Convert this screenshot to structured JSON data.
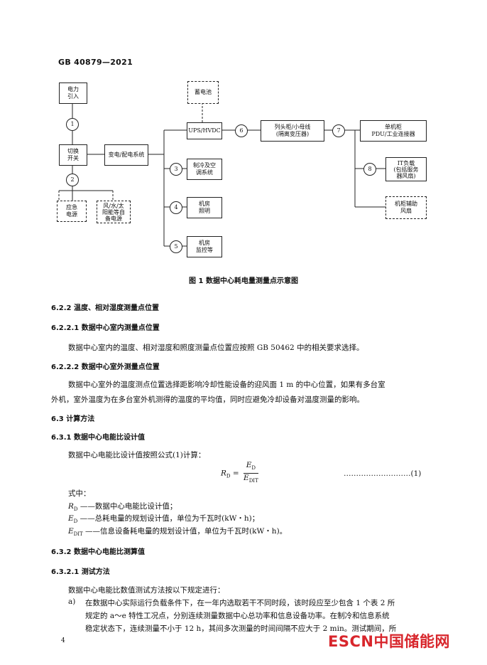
{
  "header": "GB  40879—2021",
  "figure": {
    "boxes": {
      "power_in": "电力\n引入",
      "switch": "切换\n开关",
      "emergency": "应急\n电源",
      "renewable": "风/水/太\n阳能等自\n备电源",
      "substation": "变电/配电系统",
      "battery": "蓄电池",
      "ups": "UPS/HVDC",
      "cooling": "制冷及空\n调系统",
      "lighting": "机房\n照明",
      "monitoring": "机房\n监控等",
      "column_cabinet": "列头柜/小母线\n(隔离变压器)",
      "rack": "单机柜\nPDU/工业连接器",
      "it_load": "IT负载\n(包括服务\n器风扇)",
      "rack_fan": "机柜辅助\n风扇"
    },
    "points": [
      "1",
      "2",
      "3",
      "4",
      "5",
      "6",
      "7",
      "8"
    ],
    "caption": "图 1   数据中心耗电量测量点示意图"
  },
  "s622": "6.2.2   温度、相对湿度测量点位置",
  "s6221": "6.2.2.1   数据中心室内测量点位置",
  "p6221": "数据中心室内的温度、相对湿度和照度测量点位置应按照 GB 50462 中的相关要求选择。",
  "s6222": "6.2.2.2   数据中心室外测量点位置",
  "p6222a": "数据中心室外的温度测点位置选择距影响冷却性能设备的迎风面 1 m 的中心位置，如果有多台室",
  "p6222b": "外机，室外温度为在多台室外机测得的温度的平均值，同时应避免冷却设备对温度测量的影响。",
  "s63": "6.3   计算方法",
  "s631": "6.3.1   数据中心电能比设计值",
  "p631": "数据中心电能比设计值按照公式(1)计算：",
  "formula": {
    "lhs": "R",
    "lhs_sub": "D",
    "eq": " =",
    "num": "E",
    "num_sub": "D",
    "den": "E",
    "den_sub": "DIT",
    "tag": "………………………(1)"
  },
  "where": "式中：",
  "defs": [
    {
      "sym": "R",
      "sub": "D",
      "text": " ——数据中心电能比设计值；"
    },
    {
      "sym": "E",
      "sub": "D",
      "text": " ——总耗电量的规划设计值，单位为千瓦时(kW・h)；"
    },
    {
      "sym": "E",
      "sub": "DIT",
      "text": " ——信息设备耗电量的规划设计值，单位为千瓦时(kW・h)。"
    }
  ],
  "s632": "6.3.2   数据中心电能比测算值",
  "s6321": "6.3.2.1   测试方法",
  "p6321": "数据中心电能比数值测试方法按以下规定进行：",
  "item_a_label": "a)",
  "item_a": [
    "在数据中心实际运行负载条件下，在一年内选取若干不同时段，该时段应至少包含 1 个表 2 所",
    "规定的 a～e 特性工况点，分别连续测量数据中心总功率和信息设备功率。在制冷和信息系统",
    "稳定状态下，连续测量不小于 12 h，其间多次测量的时间间隔不应大于 2 min。测试期间，所"
  ],
  "page_no": "4",
  "watermark": "ESCN中国储能网"
}
